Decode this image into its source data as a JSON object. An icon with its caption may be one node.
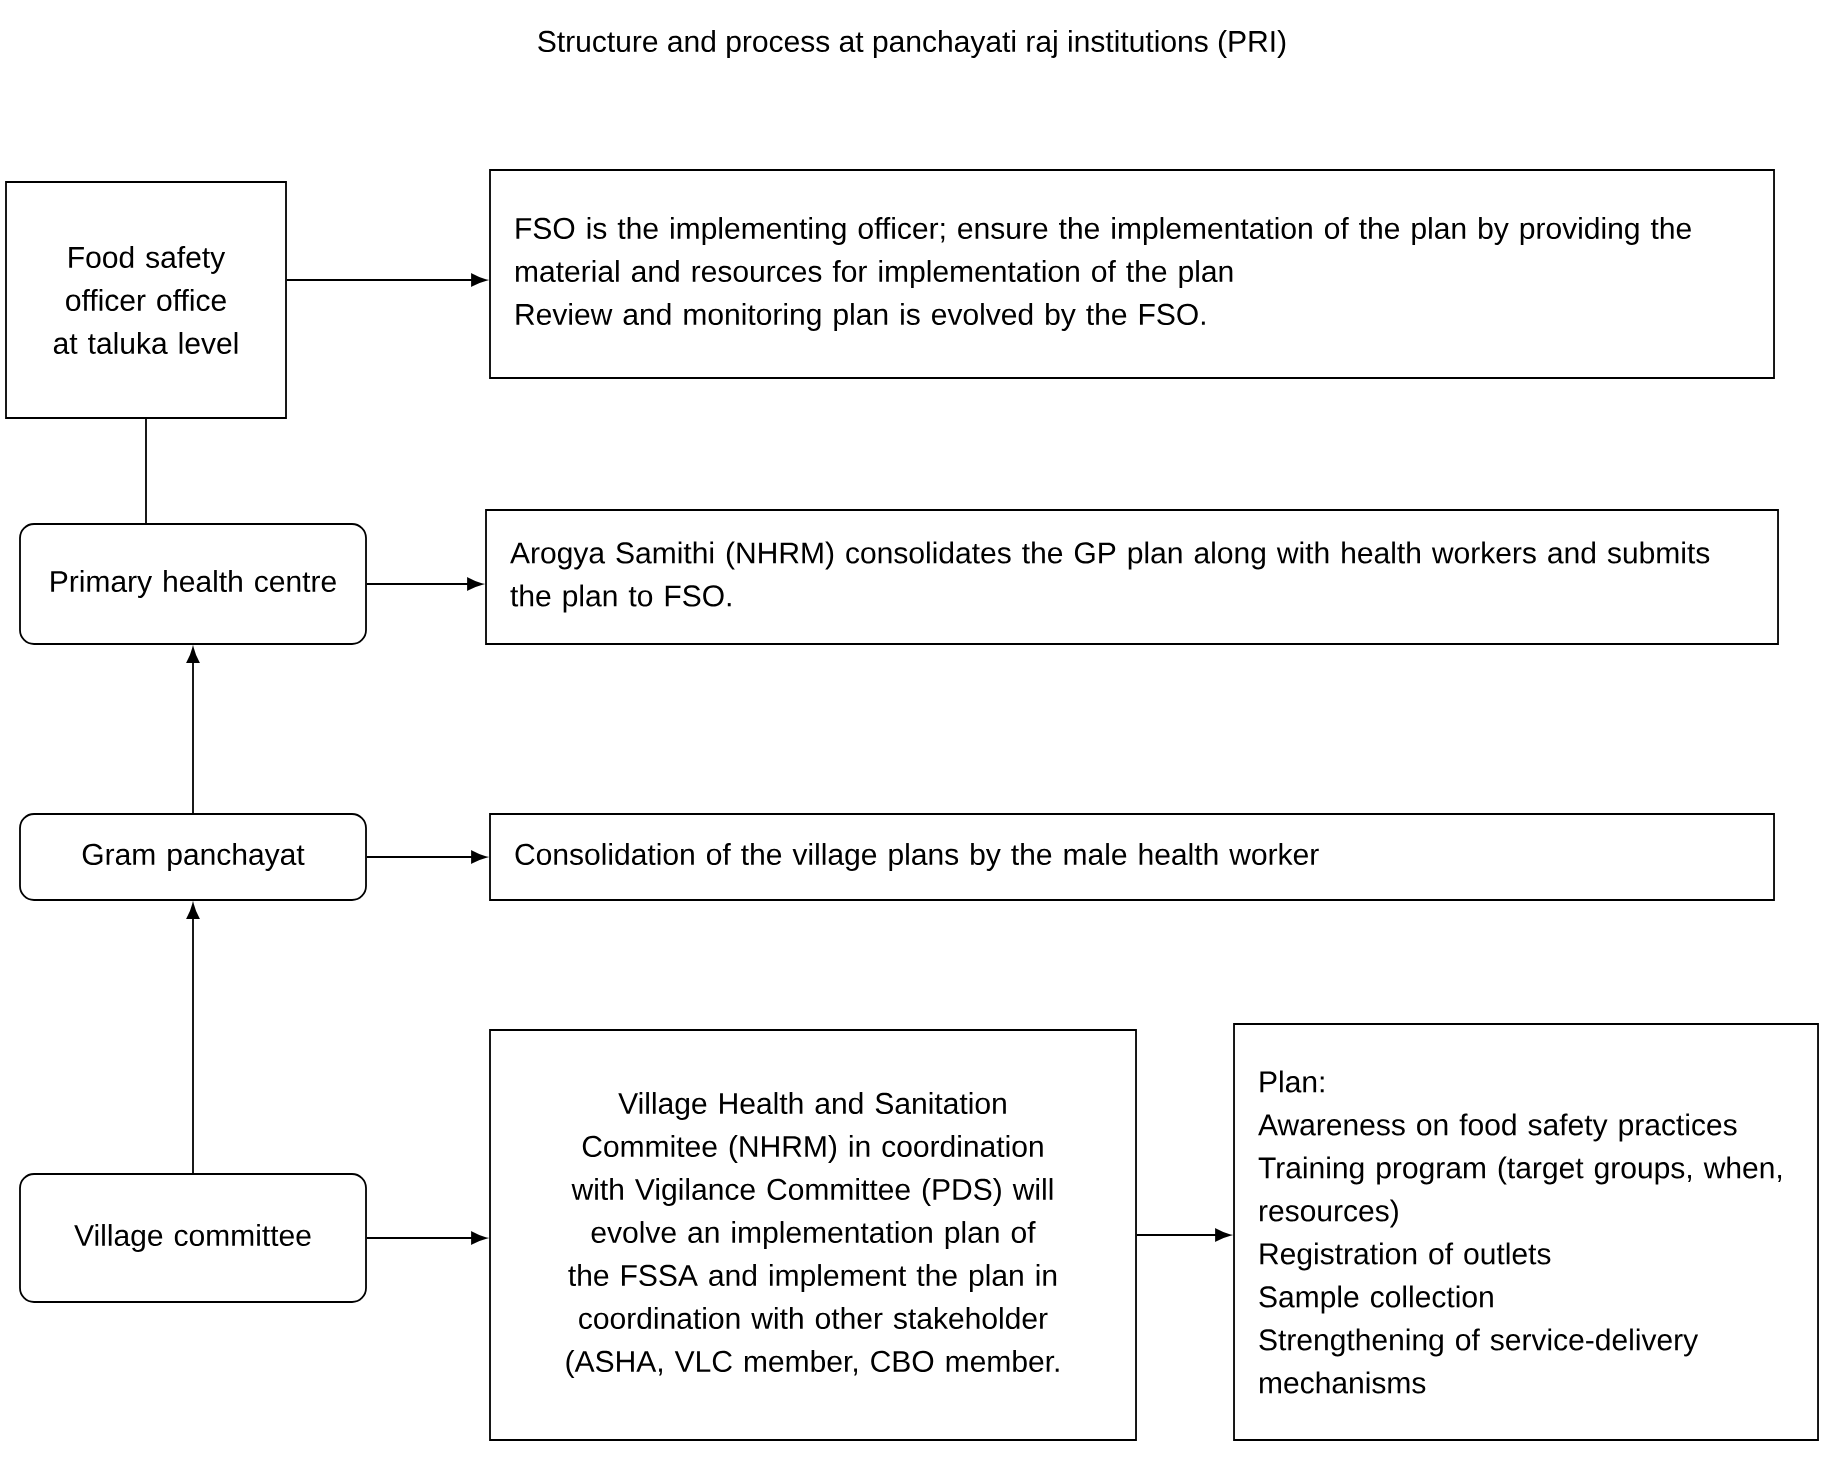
{
  "diagram": {
    "title": "Structure and process at panchayati raj institutions (PRI)",
    "nodes": [
      {
        "text": [
          "Food safety officer office at taluka level"
        ]
      },
      {
        "text": [
          "FSO is the implementing officer; ensure the implementation of the plan by providing the material and resources for implementation of the plan",
          "Review and monitoring plan is evolved by the FSO."
        ]
      },
      {
        "text": [
          "Primary health centre"
        ]
      },
      {
        "text": [
          "Arogya Samithi (NHRM) consolidates the GP plan along with health workers and submits the plan to FSO."
        ]
      },
      {
        "text": [
          "Gram panchayat"
        ]
      },
      {
        "text": [
          "Consolidation of the village plans by the male health worker"
        ]
      },
      {
        "text": [
          "Village committee"
        ]
      },
      {
        "text": [
          "Village Health and Sanitation Commitee (NHRM) in coordination with Vigilance Committee (PDS) will evolve an implementation plan of the FSSA and implement the plan in coordination with other stakeholder (ASHA, VLC member, CBO member."
        ]
      },
      {
        "text": [
          "Plan:",
          "Awareness on food safety practices",
          "Training program (target groups, when, resources)",
          "Registration of outlets",
          "Sample collection",
          "Strengthening of service-delivery mechanisms"
        ]
      }
    ],
    "edges": [
      {
        "from": 0,
        "to": 1,
        "arrow": "to"
      },
      {
        "from": 2,
        "to": 0,
        "arrow": "none"
      },
      {
        "from": 2,
        "to": 3,
        "arrow": "to"
      },
      {
        "from": 4,
        "to": 2,
        "arrow": "to"
      },
      {
        "from": 4,
        "to": 5,
        "arrow": "to"
      },
      {
        "from": 6,
        "to": 4,
        "arrow": "to"
      },
      {
        "from": 6,
        "to": 7,
        "arrow": "to"
      },
      {
        "from": 7,
        "to": 8,
        "arrow": "to"
      }
    ]
  }
}
